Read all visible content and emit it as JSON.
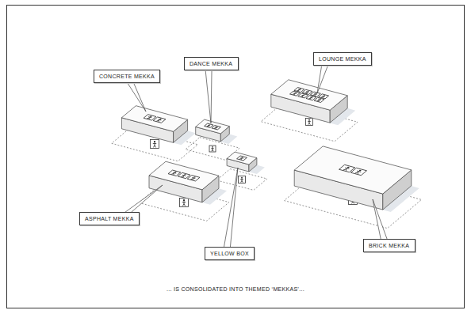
{
  "diagram": {
    "caption": "... IS CONSOLIDATED INTO THEMED ‘MEKKAS’...",
    "nodes": [
      {
        "text": [
          "CONCRETE MEKKA"
        ]
      },
      {
        "text": [
          "DANCE MEKKA"
        ]
      },
      {
        "text": [
          "LOUNGE MEKKA"
        ]
      },
      {
        "text": [
          "ASPHALT MEKKA"
        ]
      },
      {
        "text": [
          "YELLOW BOX"
        ]
      },
      {
        "text": [
          "BRICK MEKKA"
        ]
      }
    ]
  }
}
